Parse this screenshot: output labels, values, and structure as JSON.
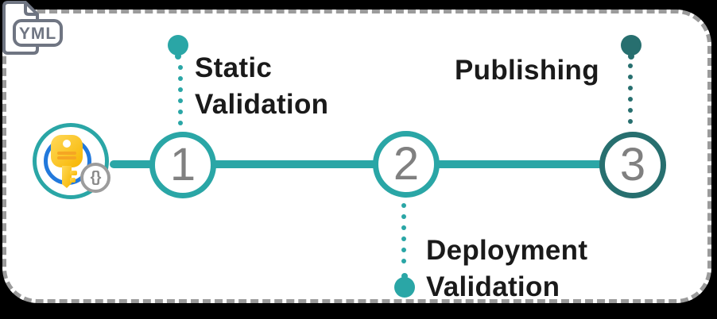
{
  "file_badge": {
    "label": "YML"
  },
  "key_badge": {
    "code_label": "{}"
  },
  "steps": [
    {
      "number": "1",
      "line1": "Static",
      "line2": "Validation"
    },
    {
      "number": "2",
      "line1": "Deployment",
      "line2": "Validation"
    },
    {
      "number": "3",
      "line1": "Publishing",
      "line2": ""
    }
  ],
  "colors": {
    "teal": "#2AA6A6",
    "dark_teal": "#276F6F",
    "dashed_border_gray": "#9B9B9B",
    "file_icon_gray": "#6F7582",
    "key_ring_blue": "#2279DC",
    "key_yellow": "#FFC428",
    "key_orange": "#F5A623",
    "number_gray": "#808080",
    "label_black": "#1A1A1A"
  }
}
